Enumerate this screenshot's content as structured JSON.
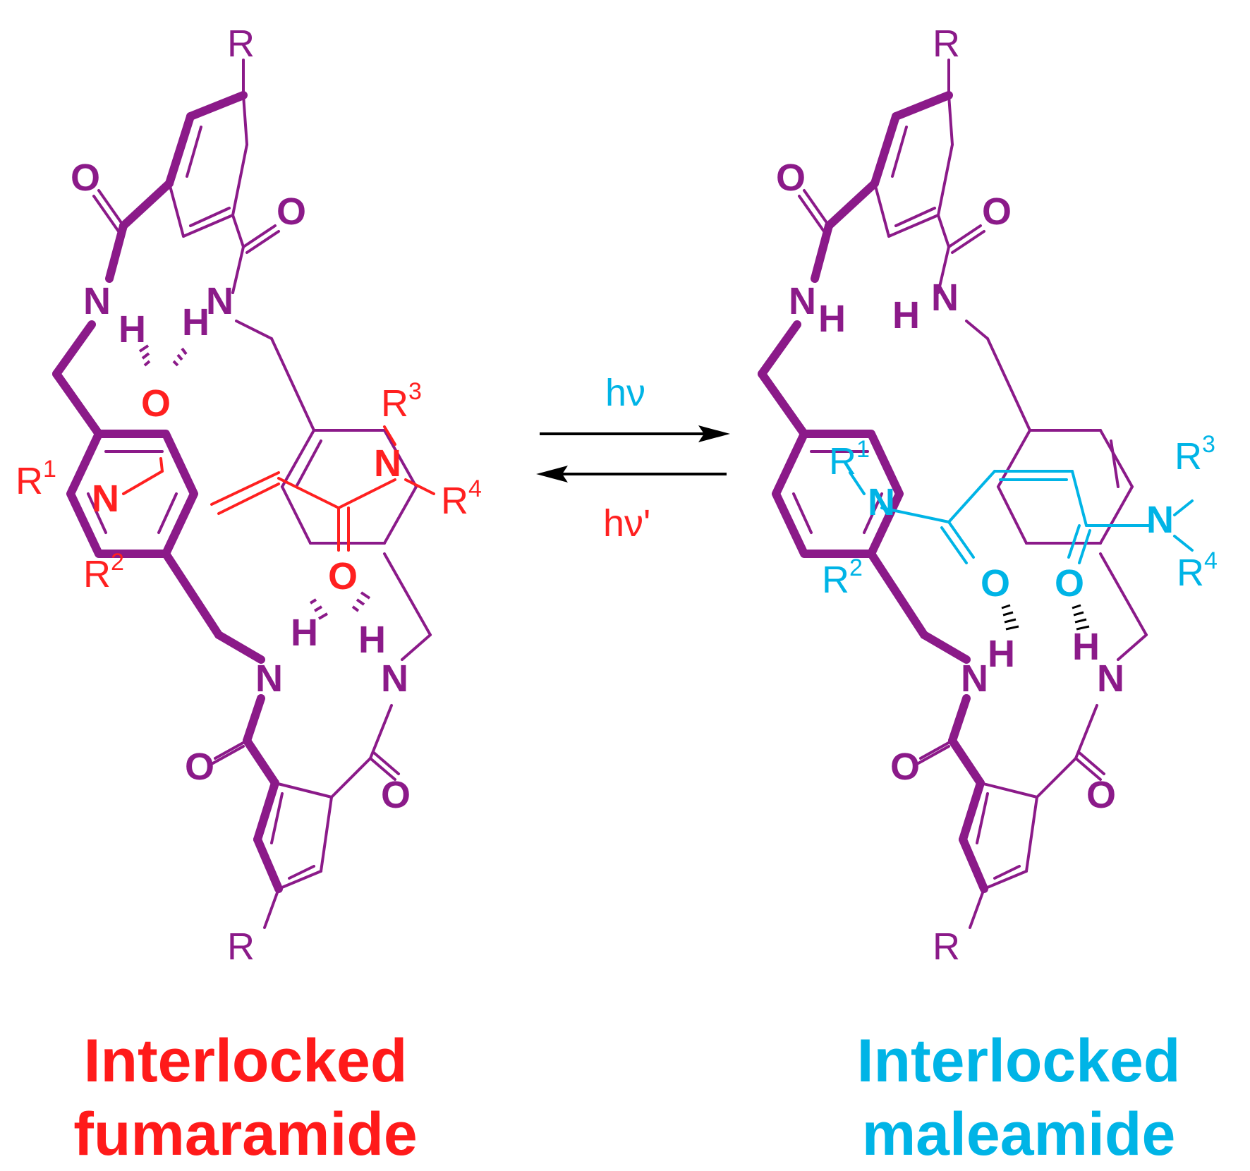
{
  "colors": {
    "macrocycle": "#8b1a89",
    "fumaramide": "#ff2020",
    "maleamide": "#00b4e6",
    "arrow": "#000000"
  },
  "labels": {
    "R": "R",
    "R1": "R",
    "R1_sup": "1",
    "R2": "R",
    "R2_sup": "2",
    "R3": "R",
    "R3_sup": "3",
    "R4": "R",
    "R4_sup": "4",
    "N": "N",
    "H": "H",
    "O": "O"
  },
  "reaction": {
    "forward": "hν",
    "reverse": "hν'"
  },
  "captions": {
    "left_line1": "Interlocked",
    "left_line2": "fumaramide",
    "right_line1": "Interlocked",
    "right_line2": "maleamide"
  }
}
